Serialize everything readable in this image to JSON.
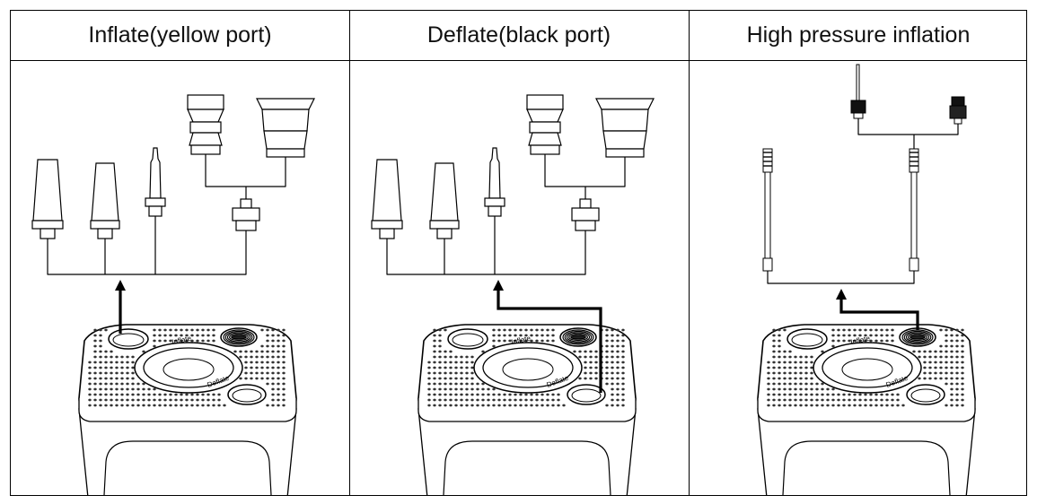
{
  "panels": [
    {
      "title": "Inflate(yellow port)",
      "mode": "inflate"
    },
    {
      "title": "Deflate(black port)",
      "mode": "deflate"
    },
    {
      "title": "High pressure inflation",
      "mode": "high-pressure"
    }
  ],
  "pump": {
    "center_dial_label": "Inflate",
    "deflate_label": "Deflate"
  },
  "colors": {
    "line": "#000000",
    "fill": "#ffffff",
    "dots": "#333333"
  }
}
